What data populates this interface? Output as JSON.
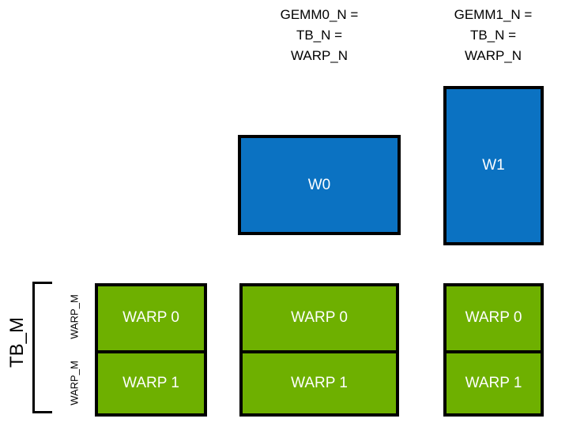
{
  "diagram": {
    "title_hidden": "GEMM warp tiling layout",
    "colors": {
      "blue_block": "#0b72c2",
      "green_block": "#6eb000",
      "outline": "#000000",
      "block_text": "#ffffff",
      "label_text": "#000000",
      "background": "#ffffff"
    },
    "headers": [
      {
        "id": "gemm0",
        "text": "GEMM0_N =\nTB_N =\nWARP_N"
      },
      {
        "id": "gemm1",
        "text": "GEMM1_N =\nTB_N =\nWARP_N"
      }
    ],
    "blue_blocks": [
      {
        "id": "w0",
        "label": "W0"
      },
      {
        "id": "w1",
        "label": "W1"
      }
    ],
    "left_axis": {
      "tb_m_label": "TB_M",
      "warp_m_labels": [
        "WARP_M",
        "WARP_M"
      ]
    },
    "green_columns": [
      {
        "id": "col0",
        "cells": [
          "WARP 0",
          "WARP 1"
        ]
      },
      {
        "id": "col1",
        "cells": [
          "WARP 0",
          "WARP 1"
        ]
      },
      {
        "id": "col2",
        "cells": [
          "WARP 0",
          "WARP 1"
        ]
      }
    ]
  }
}
